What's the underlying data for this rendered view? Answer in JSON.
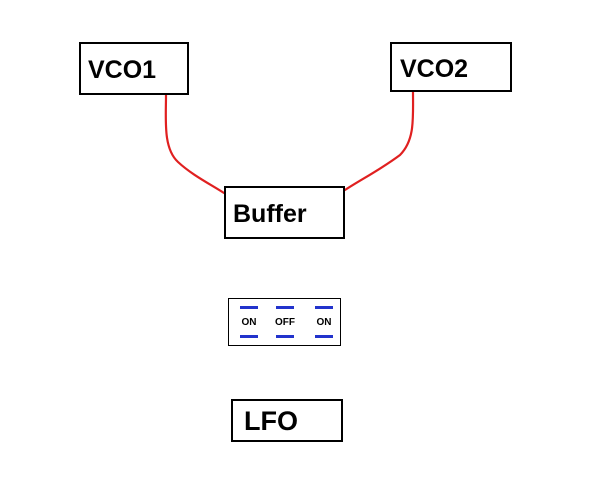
{
  "diagram": {
    "blocks": {
      "vco1": "VCO1",
      "vco2": "VCO2",
      "buffer": "Buffer",
      "lfo": "LFO"
    },
    "switch": {
      "positions": [
        "ON",
        "OFF",
        "ON"
      ]
    },
    "connections": [
      {
        "from": "vco1",
        "to": "buffer"
      },
      {
        "from": "vco2",
        "to": "buffer"
      }
    ],
    "colors": {
      "wire": "#e02020",
      "switch_marks": "#2233cc",
      "box_border": "#000000"
    }
  }
}
